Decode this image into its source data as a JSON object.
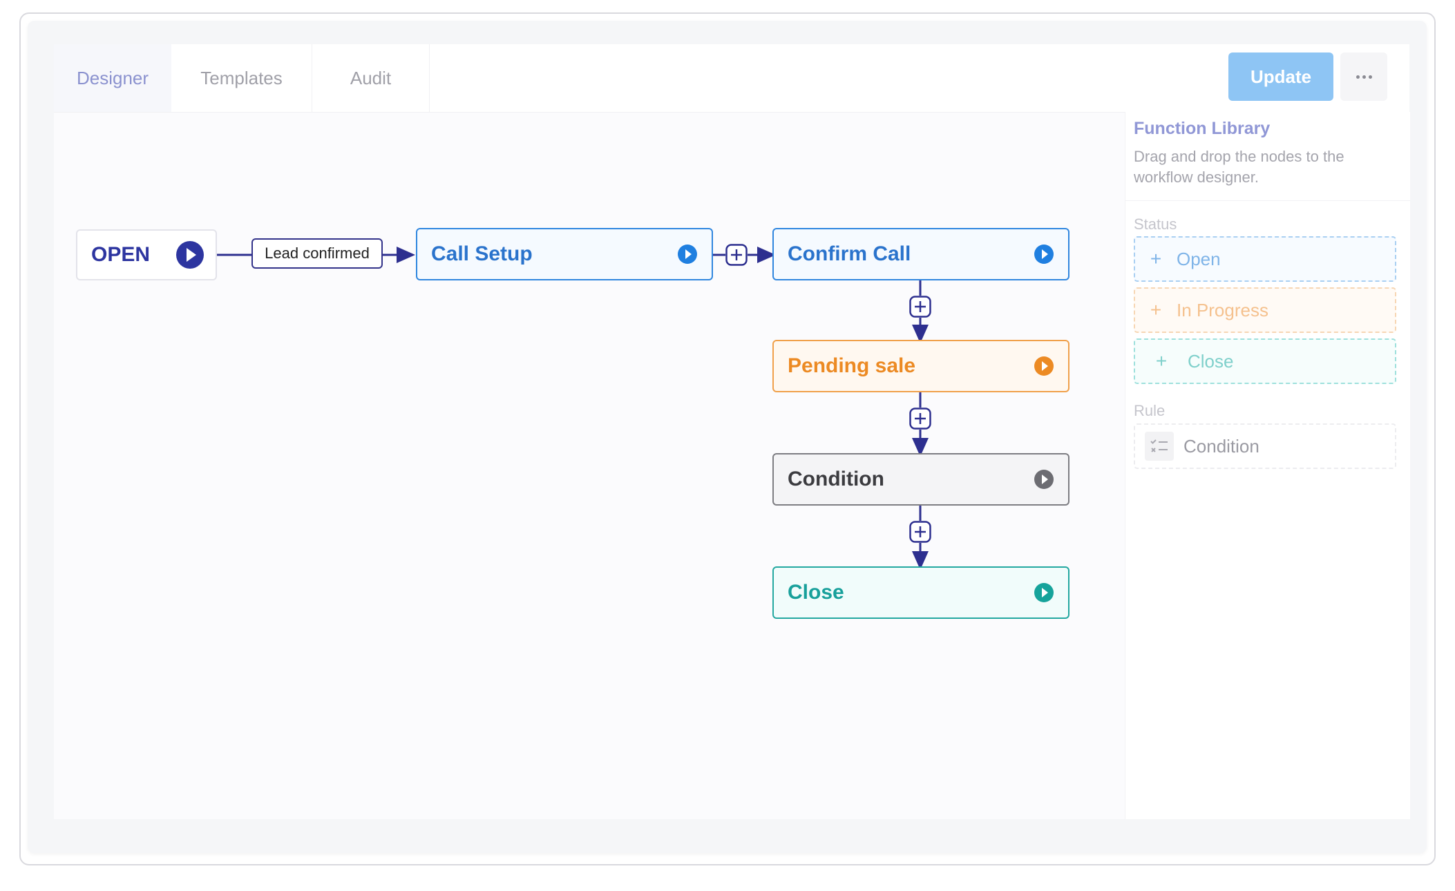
{
  "tabs": [
    {
      "label": "Designer",
      "active": true
    },
    {
      "label": "Templates",
      "active": false
    },
    {
      "label": "Audit",
      "active": false
    }
  ],
  "toolbar": {
    "update_label": "Update",
    "more_icon": "ellipsis-icon"
  },
  "workflow": {
    "start_node": {
      "label": "OPEN",
      "color": "#2d35a0"
    },
    "edge_label": "Lead confirmed",
    "nodes": [
      {
        "label": "Call Setup",
        "kind": "status",
        "color": "#2f86df"
      },
      {
        "label": "Confirm Call",
        "kind": "status",
        "color": "#2f86df"
      },
      {
        "label": "Pending sale",
        "kind": "status",
        "color": "#f0a04a"
      },
      {
        "label": "Condition",
        "kind": "rule",
        "color": "#7d7d82"
      },
      {
        "label": "Close",
        "kind": "status",
        "color": "#23a8a0"
      }
    ],
    "connector_color": "#2d2f8f"
  },
  "library": {
    "title": "Function Library",
    "description": "Drag and drop the nodes to the workflow designer.",
    "status_label": "Status",
    "status_items": [
      {
        "label": "Open",
        "icon": "plus-icon"
      },
      {
        "label": "In Progress",
        "icon": "plus-icon"
      },
      {
        "label": "Close",
        "icon": "plus-icon"
      }
    ],
    "rule_label": "Rule",
    "rule_items": [
      {
        "label": "Condition",
        "icon": "condition-list-icon"
      }
    ]
  }
}
